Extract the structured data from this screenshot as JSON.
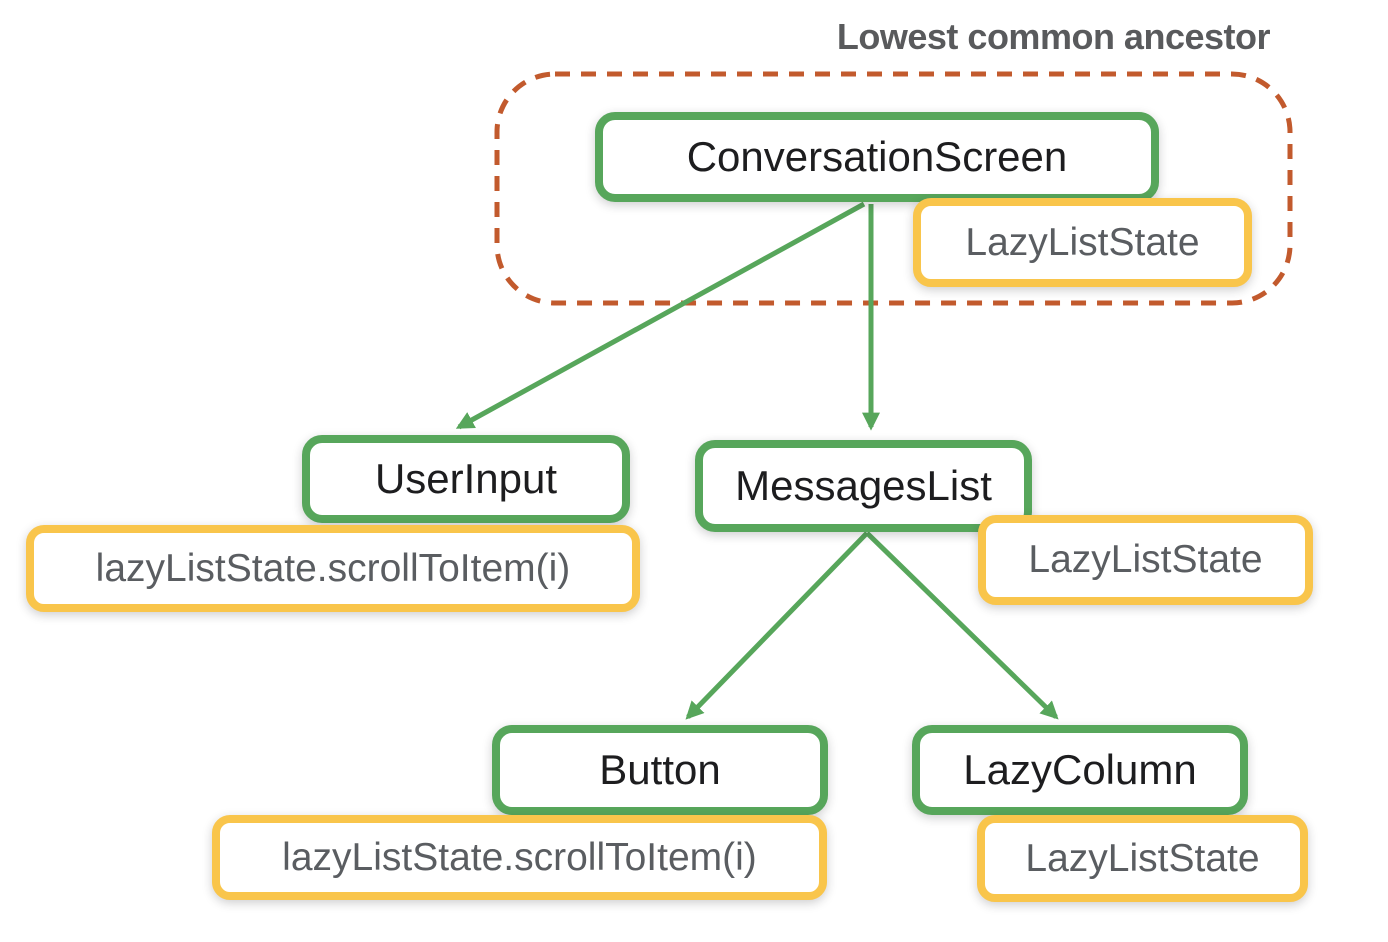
{
  "title": "Lowest common ancestor",
  "colors": {
    "node_border": "#57A65B",
    "state_border": "#F9C54B",
    "ancestor_outline": "#C25A2D",
    "node_text": "#1d1d1f",
    "state_text": "#5a5d61",
    "title_text": "#595a5c",
    "arrow_color": "#57A65B",
    "background": "#ffffff"
  },
  "diagram": {
    "annotation": "Lowest common ancestor",
    "nodes": [
      {
        "id": "conversation-screen",
        "label": "ConversationScreen"
      },
      {
        "id": "user-input",
        "label": "UserInput"
      },
      {
        "id": "messages-list",
        "label": "MessagesList"
      },
      {
        "id": "button",
        "label": "Button"
      },
      {
        "id": "lazy-column",
        "label": "LazyColumn"
      }
    ],
    "states": [
      {
        "attached_to": "conversation-screen",
        "label": "LazyListState"
      },
      {
        "attached_to": "user-input",
        "label": "lazyListState.scrollToItem(i)"
      },
      {
        "attached_to": "messages-list",
        "label": "LazyListState"
      },
      {
        "attached_to": "button",
        "label": "lazyListState.scrollToItem(i)"
      },
      {
        "attached_to": "lazy-column",
        "label": "LazyListState"
      }
    ],
    "edges": [
      {
        "from": "conversation-screen",
        "to": "user-input"
      },
      {
        "from": "conversation-screen",
        "to": "messages-list"
      },
      {
        "from": "messages-list",
        "to": "button"
      },
      {
        "from": "messages-list",
        "to": "lazy-column"
      }
    ],
    "lowest_common_ancestor_contains": [
      "conversation-screen"
    ]
  }
}
